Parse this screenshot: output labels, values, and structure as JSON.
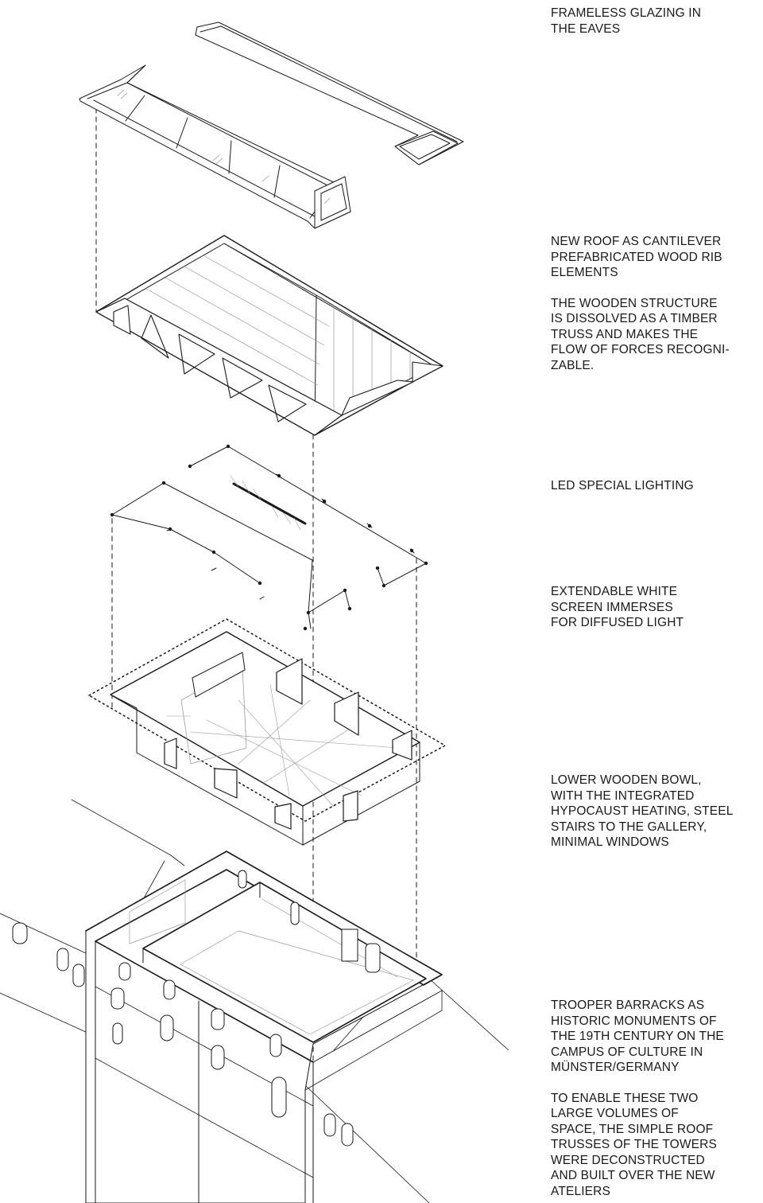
{
  "labels": {
    "glazing": "FRAMELESS GLAZING IN\nTHE EAVES",
    "roof": "NEW ROOF AS CANTILEVER\nPREFABRICATED WOOD RIB\nELEMENTS",
    "roof_structure": "THE WOODEN STRUCTURE\nIS DISSOLVED AS A TIMBER\nTRUSS AND MAKES THE\nFLOW OF FORCES RECOGNI-\nZABLE.",
    "lighting": "LED SPECIAL LIGHTING",
    "screen": "EXTENDABLE WHITE\nSCREEN IMMERSES\nFOR DIFFUSED LIGHT",
    "bowl": "LOWER WOODEN BOWL,\nWITH THE INTEGRATED\nHYPOCAUST HEATING, STEEL\nSTAIRS TO THE GALLERY,\nMINIMAL WINDOWS",
    "barracks": "TROOPER BARRACKS AS\nHISTORIC MONUMENTS OF\nTHE 19TH CENTURY ON THE\nCAMPUS OF CULTURE IN\nMÜNSTER/GERMANY",
    "barracks_note": "TO ENABLE THESE TWO\nLARGE VOLUMES OF\nSPACE, THE SIMPLE ROOF\nTRUSSES OF THE TOWERS\nWERE DECONSTRUCTED\nAND BUILT OVER THE NEW\nATELIERS"
  },
  "colors": {
    "line": "#1a1a1a",
    "light_line": "#9a9a9a"
  }
}
